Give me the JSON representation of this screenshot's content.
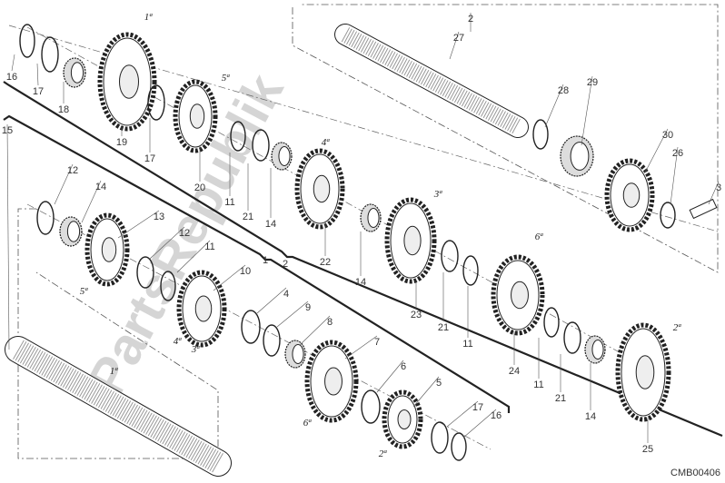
{
  "diagram": {
    "code": "CMB00406",
    "watermark": "PartsRepublik",
    "shaft_group_labels": [
      "1",
      "2"
    ],
    "part_labels": [
      "16",
      "17",
      "18",
      "19",
      "17",
      "20",
      "11",
      "21",
      "14",
      "22",
      "14",
      "23",
      "21",
      "11",
      "24",
      "11",
      "21",
      "14",
      "25",
      "2",
      "27",
      "28",
      "29",
      "30",
      "26",
      "3",
      "15",
      "12",
      "14",
      "13",
      "12",
      "11",
      "10",
      "4",
      "9",
      "8",
      "7",
      "6",
      "5",
      "17",
      "16"
    ],
    "gear_labels": [
      "1ª",
      "5ª",
      "4ª",
      "3ª",
      "6ª",
      "2ª",
      "5ª",
      "4ª",
      "3ª",
      "1ª",
      "6ª",
      "2ª"
    ],
    "line_color": "#222222",
    "watermark_color": "#c8c8c8"
  }
}
